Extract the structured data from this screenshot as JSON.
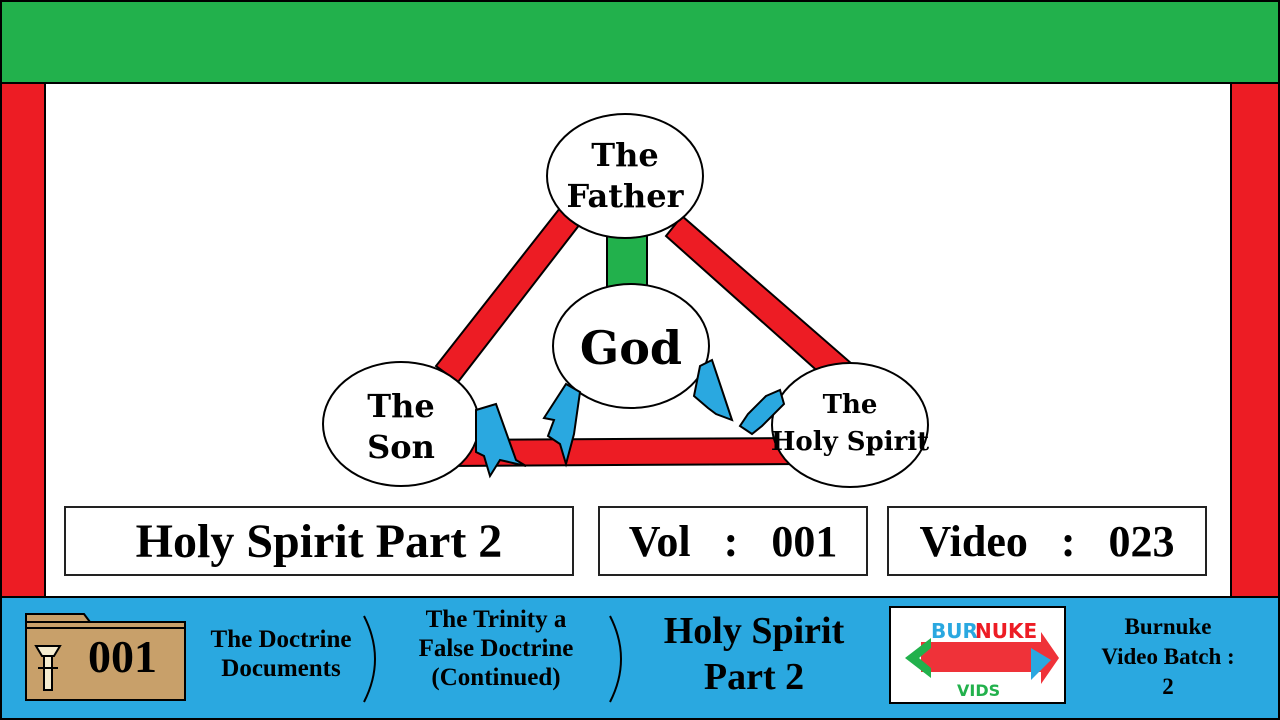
{
  "diagram": {
    "center_label": "God",
    "nodes": {
      "father": [
        "The",
        "Father"
      ],
      "son": [
        "The",
        "Son"
      ],
      "spirit": [
        "The",
        "Holy Spirit"
      ]
    }
  },
  "info": {
    "title": "Holy Spirit Part 2",
    "vol_label": "Vol",
    "vol_value": "001",
    "video_label": "Video",
    "video_value": "023",
    "separator": ":"
  },
  "footer": {
    "folder_number": "001",
    "crumb_1": [
      "The Doctrine",
      "Documents"
    ],
    "crumb_2": [
      "The Trinity a",
      "False Doctrine",
      "(Continued)"
    ],
    "crumb_3": [
      "Holy Spirit",
      "Part 2"
    ],
    "logo": {
      "part1": "BUR",
      "part2": "NUKE",
      "sub": "VIDS"
    },
    "batch": [
      "Burnuke",
      "Video Batch :",
      "2"
    ]
  },
  "colors": {
    "green": "#22b14c",
    "red": "#ed1c24",
    "blue": "#2aa8e0",
    "folder": "#c8a06a"
  }
}
